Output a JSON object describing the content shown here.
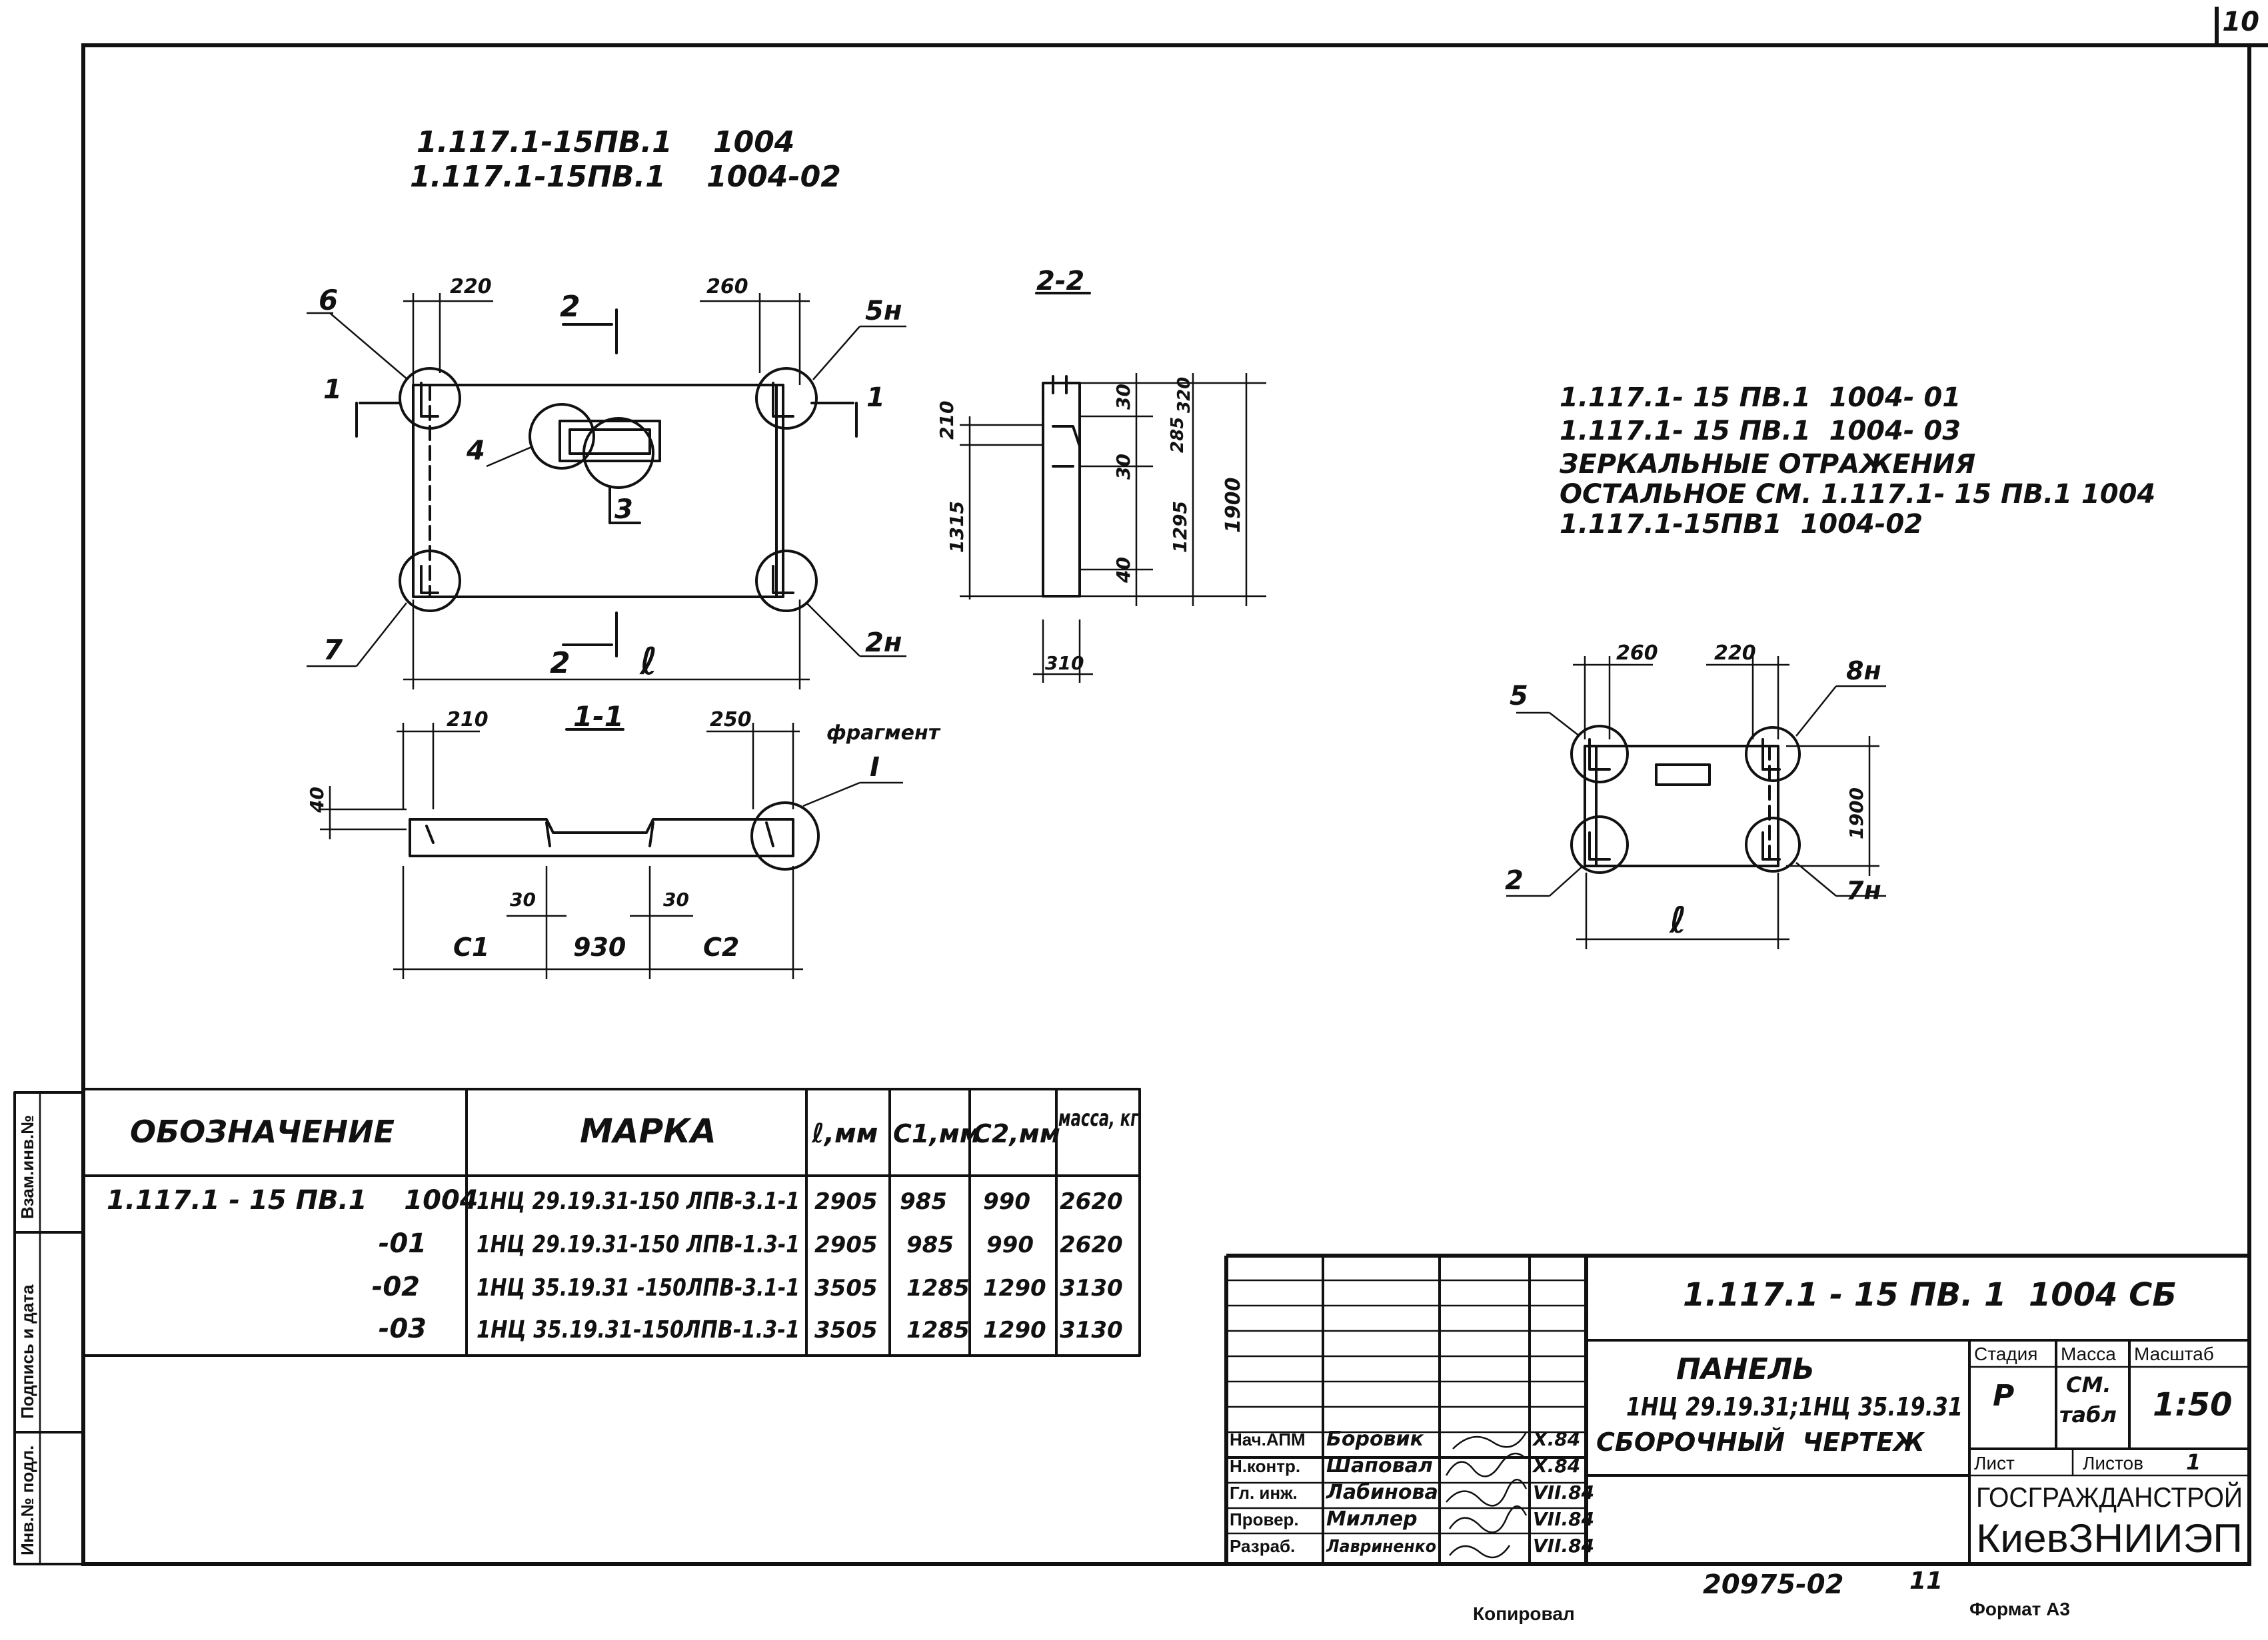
{
  "page_number": "10",
  "drawing": {
    "header_codes": [
      "1.117.1-15ПВ.1    1004",
      "1.117.1-15ПВ.1    1004-02"
    ],
    "mirror_note": [
      "1.117.1- 15 ПВ.1  1004- 01",
      "1.117.1- 15 ПВ.1  1004- 03",
      "ЗЕРКАЛЬНЫЕ ОТРАЖЕНИЯ",
      "ОСТАЛЬНОЕ СМ. 1.117.1- 15 ПВ.1 1004",
      "1.117.1-15ПВ1  1004-02"
    ],
    "plan_labels": {
      "dim_left": "220",
      "dim_right": "260",
      "section_mark": "2",
      "section_mark_bottom": "2",
      "cut_left": "1",
      "cut_right": "1",
      "node_6": "6",
      "node_5": "5н",
      "node_4": "4",
      "node_3": "3",
      "node_7": "7",
      "node_2": "2н",
      "length": "ℓ"
    },
    "section_2_2": {
      "title": "2-2",
      "d210": "210",
      "d1315": "1315",
      "d30a": "30",
      "d30b": "30",
      "d285": "285",
      "d320": "320",
      "d1295": "1295",
      "d40": "40",
      "d1900": "1900",
      "d310": "310"
    },
    "section_1_1": {
      "title": "1-1",
      "d210": "210",
      "d250": "250",
      "fragment": "фрагмент",
      "fragment_no": "I",
      "d40": "40",
      "d30a": "30",
      "d30b": "30",
      "c1": "C1",
      "d930": "930",
      "c2": "C2"
    },
    "mirror_plan": {
      "d260": "260",
      "d220": "220",
      "node_8": "8н",
      "node_5": "5",
      "d1900": "1900",
      "node_2": "2",
      "node_7": "7н",
      "length": "ℓ"
    }
  },
  "spec_table": {
    "headers": [
      "ОБОЗНАЧЕНИЕ",
      "МАРКА",
      "ℓ,мм",
      "C1,мм",
      "C2,мм",
      "масса, кг"
    ],
    "rows": [
      [
        "1.117.1 - 15 ПВ.1    1004",
        "1НЦ 29.19.31-150 ЛПВ-3.1-1",
        "2905",
        "985",
        "990",
        "2620"
      ],
      [
        "-01",
        "1НЦ 29.19.31-150 ЛПВ-1.3-1",
        "2905",
        "985",
        "990",
        "2620"
      ],
      [
        "-02",
        "1НЦ 35.19.31 -150ЛПВ-3.1-1",
        "3505",
        "1285",
        "1290",
        "3130"
      ],
      [
        "-03",
        "1НЦ 35.19.31-150ЛПВ-1.3-1",
        "3505",
        "1285",
        "1290",
        "3130"
      ]
    ]
  },
  "side_stamp": [
    "Взам.инв.№",
    "Подпись и дата",
    "Инв.№ подл."
  ],
  "title_block": {
    "code": "1.117.1 - 15 ПВ. 1  1004 СБ",
    "name_lines": [
      "ПАНЕЛЬ",
      "1НЦ 29.19.31;1НЦ 35.19.31",
      "СБОРОЧНЫЙ  ЧЕРТЕЖ"
    ],
    "stage_label": "Стадия",
    "mass_label": "Масса",
    "scale_label": "Масштаб",
    "stage": "Р",
    "mass_lines": [
      "СМ.",
      "табл"
    ],
    "scale": "1:50",
    "sheet_label": "Лист",
    "sheets_label": "Листов",
    "sheets": "1",
    "org1": "ГОСГРАЖДАНСТРОЙ",
    "org2": "КиевЗНИИЭП",
    "staff": [
      {
        "role": "Нач.АПМ",
        "name": "Боровик",
        "date": "Х.84"
      },
      {
        "role": "Н.контр.",
        "name": "Шаповал",
        "date": "Х.84"
      },
      {
        "role": "Гл. инж.",
        "name": "Лабинова",
        "date": "VII.84"
      },
      {
        "role": "Провер.",
        "name": "Миллер",
        "date": "VII.84"
      },
      {
        "role": "Разраб.",
        "name": "Лавриненко",
        "date": "VII.84"
      }
    ]
  },
  "footer": {
    "doc_no": "20975-02",
    "doc_sheet": "11",
    "copied": "Копировал",
    "format": "Формат А3"
  }
}
